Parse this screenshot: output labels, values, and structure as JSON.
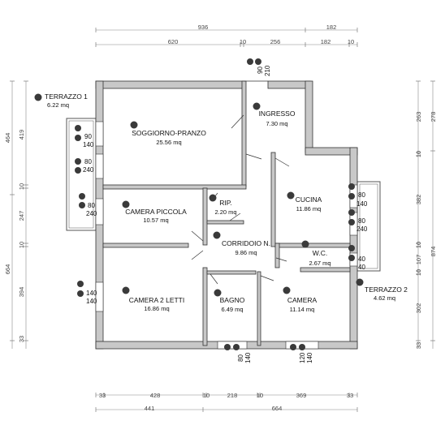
{
  "rooms": [
    {
      "id": "terrazzo1",
      "name": "TERRAZZO 1",
      "area": "6.22 mq"
    },
    {
      "id": "soggiorno",
      "name": "SOGGIORNO-PRANZO",
      "area": "25.56 mq"
    },
    {
      "id": "ingresso",
      "name": "INGRESSO",
      "area": "7.30 mq"
    },
    {
      "id": "cucina",
      "name": "CUCINA",
      "area": "11.86 mq"
    },
    {
      "id": "ripostiglio",
      "name": "RIP.",
      "area": "2.20 mq"
    },
    {
      "id": "camera_piccola",
      "name": "CAMERA PICCOLA",
      "area": "10.57 mq"
    },
    {
      "id": "corridoio",
      "name": "CORRIDOIO N.",
      "area": "9.86 mq"
    },
    {
      "id": "wc",
      "name": "W.C.",
      "area": "2.67 mq"
    },
    {
      "id": "camera_2_letti",
      "name": "CAMERA 2 LETTI",
      "area": "16.86 mq"
    },
    {
      "id": "bagno",
      "name": "BAGNO",
      "area": "6.49 mq"
    },
    {
      "id": "camera",
      "name": "CAMERA",
      "area": "11.14 mq"
    },
    {
      "id": "terrazzo2",
      "name": "TERRAZZO 2",
      "area": "4.62 mq"
    }
  ],
  "dimensions": {
    "top_total": "936",
    "top_right": "182",
    "top_segments": [
      "620",
      "10",
      "256",
      "182",
      "10"
    ],
    "bottom_segments": [
      "33",
      "428",
      "10",
      "218",
      "10",
      "369",
      "33"
    ],
    "bottom_totals": [
      "441",
      "664"
    ],
    "left_outer": [
      "464",
      "664"
    ],
    "left_inner": [
      "419",
      "10",
      "247",
      "10",
      "394",
      "33"
    ],
    "right_inner": [
      "263",
      "10",
      "382",
      "10",
      "107",
      "10",
      "302",
      "33"
    ],
    "right_outer": [
      "278",
      "874"
    ]
  },
  "windows": {
    "entry": [
      "90",
      "210"
    ],
    "w_soggiorno_1": [
      "90",
      "140"
    ],
    "w_soggiorno_2": [
      "80",
      "240"
    ],
    "w_camera_piccola": [
      "80",
      "240"
    ],
    "w_camera_2_letti": [
      "140",
      "140"
    ],
    "w_cucina_1": [
      "80",
      "140"
    ],
    "w_cucina_2": [
      "80",
      "240"
    ],
    "w_wc": [
      "40",
      "40"
    ],
    "w_bagno": [
      "80",
      "140"
    ],
    "w_camera": [
      "120",
      "140"
    ]
  }
}
